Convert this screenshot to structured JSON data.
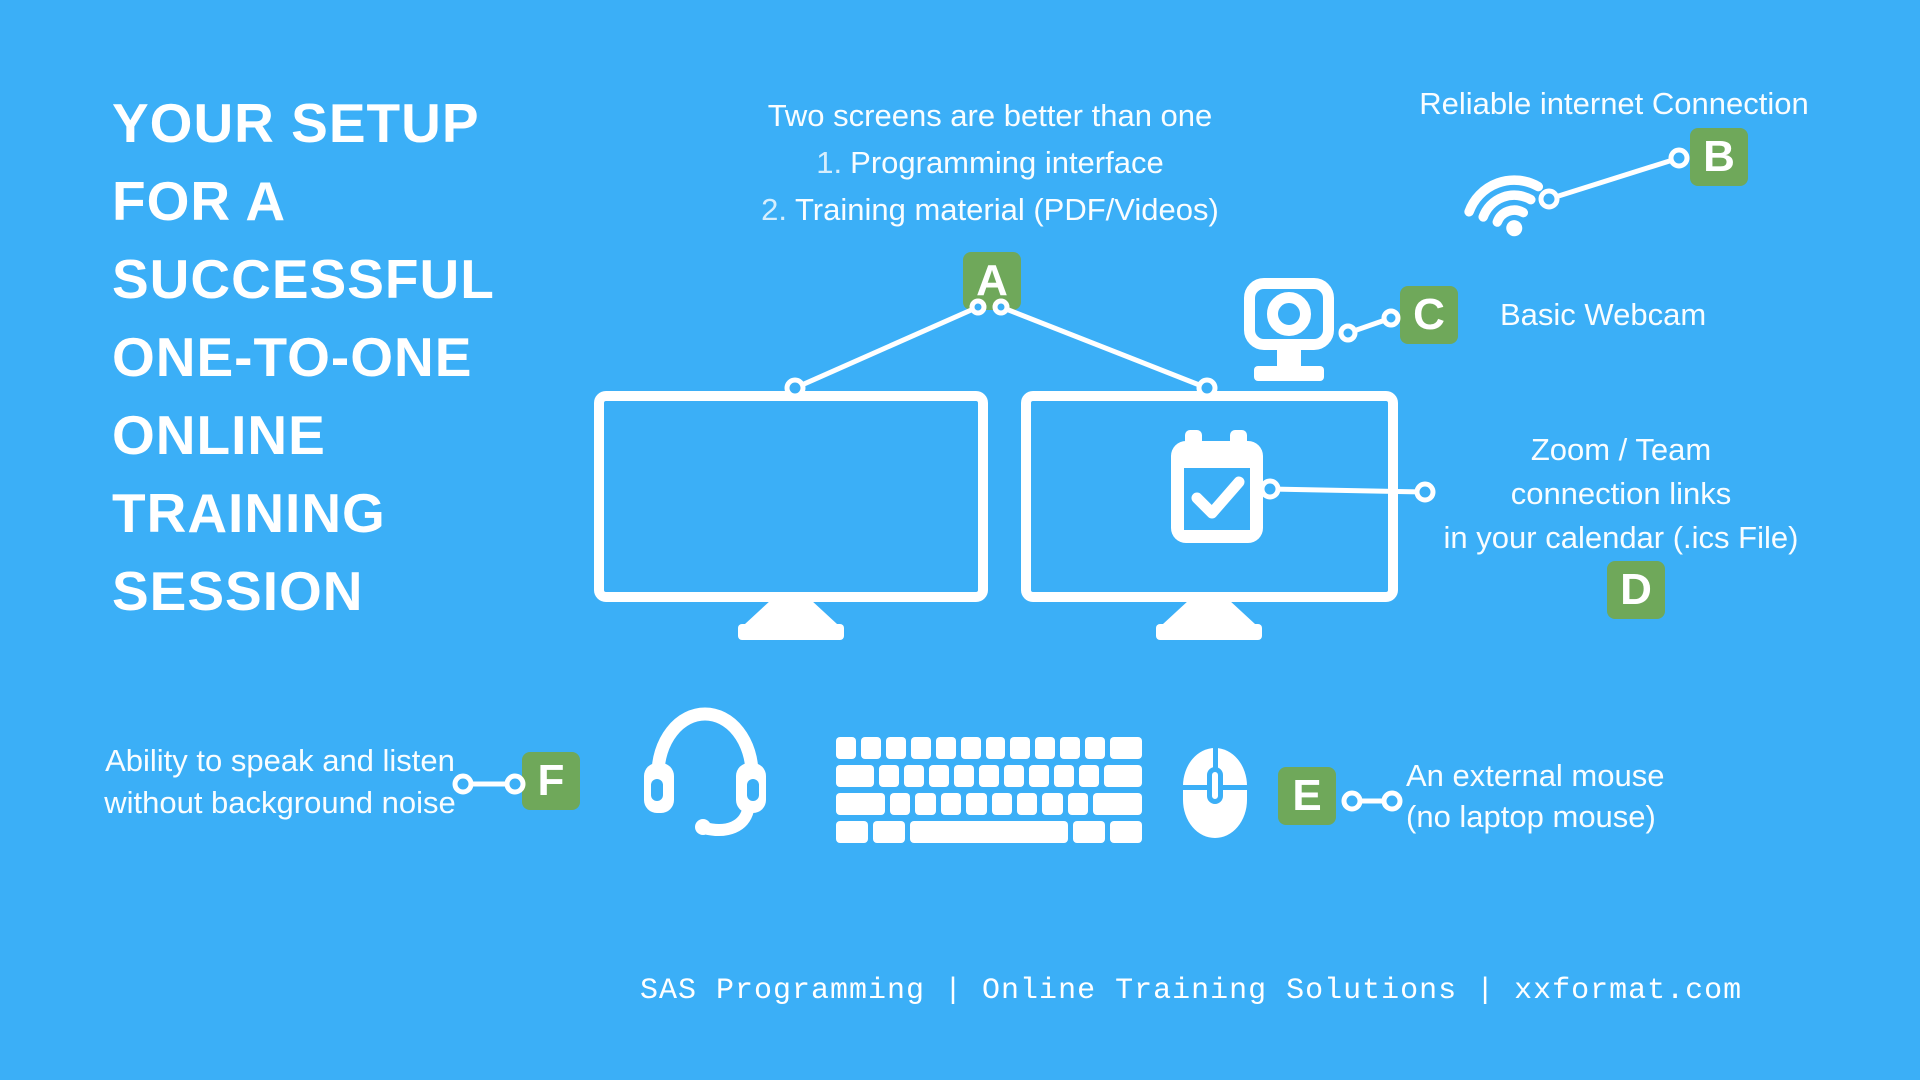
{
  "colors": {
    "background": "#3BAFF7",
    "badge_green": "#6FA85A",
    "text": "#FFFFFF"
  },
  "title": {
    "lines": [
      "YOUR SETUP",
      "FOR A",
      "SUCCESSFUL",
      "ONE-TO-ONE",
      "ONLINE",
      "TRAINING",
      "SESSION"
    ]
  },
  "screens": {
    "heading": "Two screens are better than one",
    "items": [
      {
        "num": "1.",
        "text": "Programming interface"
      },
      {
        "num": "2.",
        "text": "Training material (PDF/Videos)"
      }
    ],
    "badge": "A"
  },
  "internet": {
    "label": "Reliable internet Connection",
    "badge": "B"
  },
  "webcam": {
    "label": "Basic Webcam",
    "badge": "C"
  },
  "calendar": {
    "line1": "Zoom / Team",
    "line2": "connection links",
    "line3": "in your calendar (.ics File)",
    "badge": "D"
  },
  "mouse": {
    "line1": "An external mouse",
    "line2": "(no laptop mouse)",
    "badge": "E"
  },
  "audio": {
    "line1": "Ability to speak and listen",
    "line2": "without background noise",
    "badge": "F"
  },
  "footer": {
    "text": "SAS Programming | Online Training Solutions | xxformat.com"
  }
}
